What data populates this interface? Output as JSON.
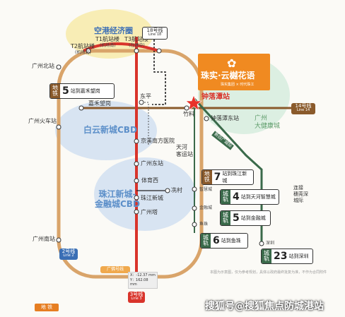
{
  "regions": {
    "airport_economic_zone": "空港经济圈",
    "baiyun_cbd": "白云新城CBD",
    "zhujiang_cbd": "珠江新城-\n金融城CBD",
    "health_city": "广州\n大健康城"
  },
  "lines": {
    "line18": {
      "name": "18号线",
      "sub": "Line 18"
    },
    "line14": {
      "name": "14号线",
      "sub": "Line 14"
    },
    "line2": {
      "name": "2号线",
      "sub": "Line 2"
    },
    "line3": {
      "name": "3号线",
      "sub": "Line 3"
    },
    "line3_ext": "广佛号线",
    "xintang_line": "新白广城际"
  },
  "airport_terminals": {
    "t2": {
      "name": "T2航站楼",
      "sub": "(机场北)"
    },
    "t1": {
      "name": "T1航站楼",
      "sub": "(机场南)"
    },
    "t3": {
      "name": "T3航站楼",
      "sub": "(在建中)"
    }
  },
  "stations": {
    "guangzhou_north": "广州北站",
    "guangzhou_station": "广州火车站",
    "guangzhou_south": "广州南站",
    "jiahewanggang": "嘉禾望岗",
    "dongping": "东平",
    "zhuliao": "竹料",
    "zhongluotan": "钟落潭站",
    "zhongluotan_east": "钟落潭东站",
    "jingxi_hospital": "京溪南方医院",
    "tianhe_coach": "天河\n客运站",
    "guangzhou_east": "广州东站",
    "sports_center": "体育西",
    "xiancun": "冼村",
    "zhujiang_xincheng": "珠江新城",
    "canton_tower": "广州塔",
    "zhihui_city": "智慧城",
    "jinrong_city": "金融城",
    "lianhe": "鱼珠",
    "shenzhen": "深圳",
    "dongguan_link": "连接\n穗莞深\n城际"
  },
  "callouts": {
    "metro_left": {
      "tag": "地铁",
      "num": "5",
      "text": "站到嘉禾望岗"
    },
    "metro_right": {
      "tag": "地铁",
      "num": "7",
      "text": "站到珠江新城"
    },
    "rail1": {
      "tag": "城轨",
      "num": "4",
      "text": "站到天河智慧城"
    },
    "rail2": {
      "tag": "城轨",
      "num": "5",
      "text": "站到金融城"
    },
    "rail3": {
      "tag": "城轨",
      "num": "6",
      "text": "站到鱼珠"
    },
    "rail4": {
      "tag": "城轨",
      "num": "23",
      "text": "站到深圳"
    }
  },
  "project": {
    "name": "珠实·云樾花语",
    "sub": "珠实集团 × 时代珠江",
    "highlight_station": "钟落潭站"
  },
  "coords": {
    "x": "X：-12.37 mm",
    "y": "Y：162.08 mm"
  },
  "footnote": "本图为示意图，仅为参考规划，具体以政府最终批复为准，不作为合同附件",
  "legend": {
    "metro": "地 铁"
  },
  "watermark": "搜狐号@搜狐焦点防城港站",
  "colors": {
    "ring": "#d9a46a",
    "line3": "#d9342b",
    "line14": "#8a5a2b",
    "rail": "#3a6a4a",
    "accent": "#f08a21"
  }
}
